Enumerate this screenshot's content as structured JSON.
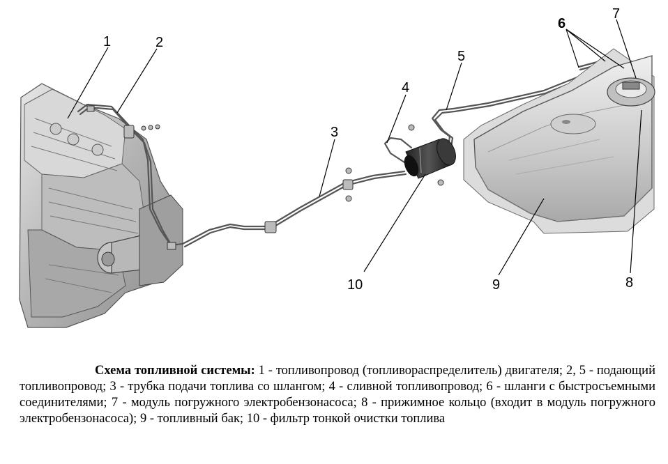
{
  "callouts": [
    "1",
    "2",
    "3",
    "4",
    "5",
    "6",
    "7",
    "8",
    "9",
    "10"
  ],
  "caption": {
    "title": "Схема топливной системы:",
    "body": " 1 - топливопровод (топливораспределитель) двигателя; 2, 5 - подающий топливопровод; 3 - трубка подачи топлива со шлангом; 4 - сливной топливопровод; 6 - шланги с быстросъемными соединителями; 7 - модуль погружного электробензонасоса; 8 - прижимное кольцо (входит в модуль погружного электробензонасоса); 9 - топливный бак; 10 - фильтр тонкой очистки топлива"
  }
}
